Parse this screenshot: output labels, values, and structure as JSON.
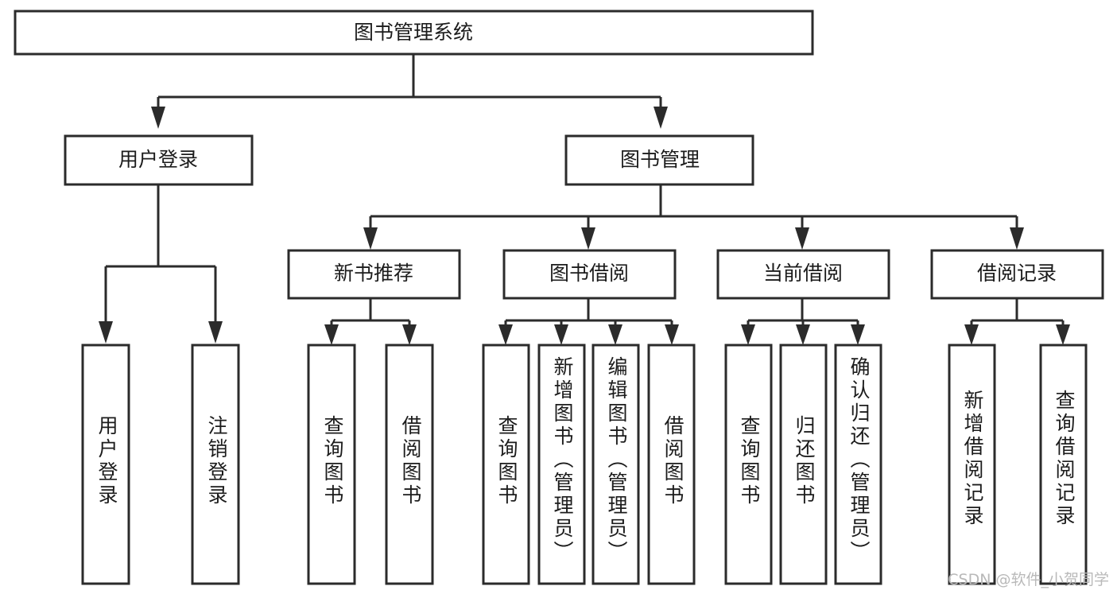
{
  "diagram": {
    "type": "tree-hierarchy-chart",
    "title": "图书管理系统",
    "watermark": "CSDN @软件_小贺同学",
    "colors": {
      "box_stroke": "#2b2b2b",
      "box_fill": "#ffffff",
      "text": "#1c1c1c",
      "background": "#ffffff",
      "watermark": "#b9b9b9"
    },
    "levels": {
      "root": {
        "label": "图书管理系统"
      },
      "level2": [
        {
          "label": "用户登录"
        },
        {
          "label": "图书管理"
        }
      ],
      "level3": [
        {
          "label": "新书推荐"
        },
        {
          "label": "图书借阅"
        },
        {
          "label": "当前借阅"
        },
        {
          "label": "借阅记录"
        }
      ],
      "leaves": {
        "user_login": [
          {
            "label": "用户登录"
          },
          {
            "label": "注销登录"
          }
        ],
        "new_book_recommend": [
          {
            "label": "查询图书"
          },
          {
            "label": "借阅图书"
          }
        ],
        "book_borrow": [
          {
            "label": "查询图书"
          },
          {
            "label": "新增图书（管理员）"
          },
          {
            "label": "编辑图书（管理员）"
          },
          {
            "label": "借阅图书"
          }
        ],
        "current_borrow": [
          {
            "label": "查询图书"
          },
          {
            "label": "归还图书"
          },
          {
            "label": "确认归还（管理员）"
          }
        ],
        "borrow_record": [
          {
            "label": "新增借阅记录"
          },
          {
            "label": "查询借阅记录"
          }
        ]
      }
    }
  }
}
